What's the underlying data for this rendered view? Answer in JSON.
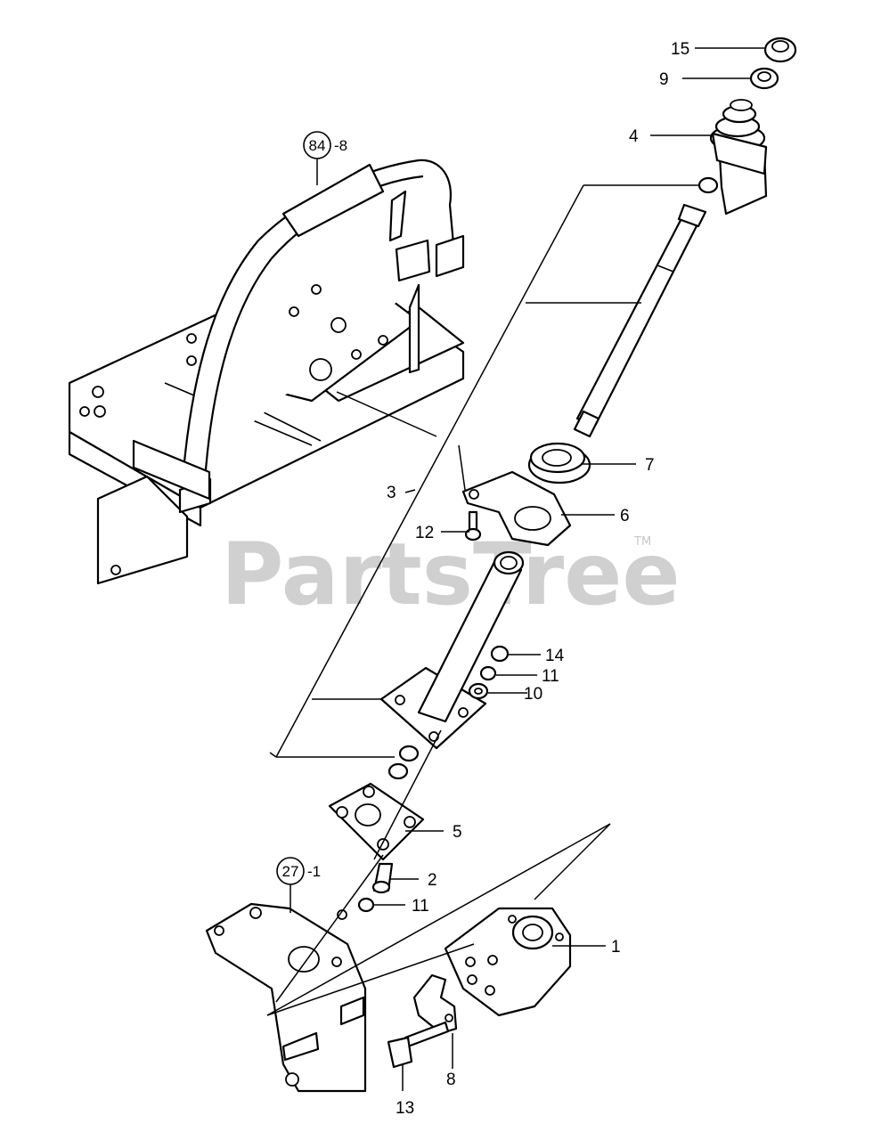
{
  "watermark": {
    "text": "PartsTree",
    "tm": "TM"
  },
  "callouts": {
    "c15": "15",
    "c9": "9",
    "c4": "4",
    "c7": "7",
    "c3": "3",
    "c6": "6",
    "c12": "12",
    "c14": "14",
    "c11a": "11",
    "c10": "10",
    "c5": "5",
    "c2": "2",
    "c11b": "11",
    "c1": "1",
    "c8": "8",
    "c13": "13"
  },
  "references": {
    "r1_num": "84",
    "r1_suffix": "-8",
    "r2_num": "27",
    "r2_suffix": "-1"
  }
}
